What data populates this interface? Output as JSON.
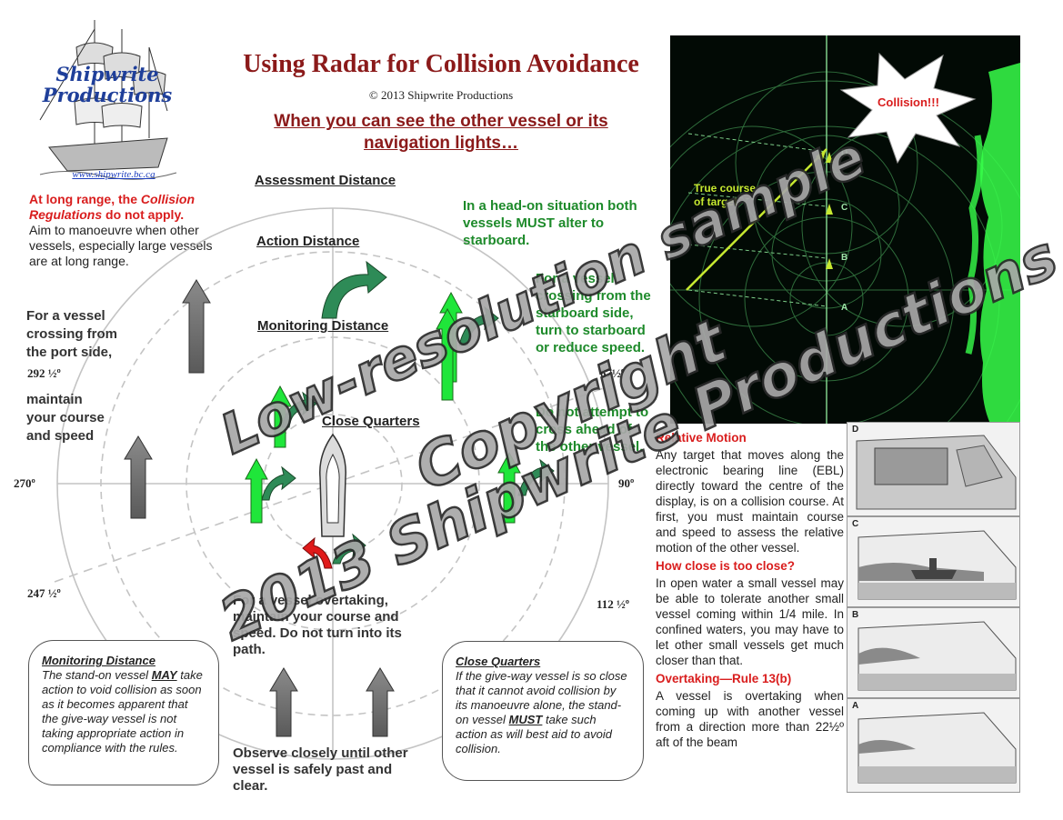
{
  "logo": {
    "name_line1": "Shipwrite",
    "name_line2": "Productions",
    "url": "www.shipwrite.bc.ca"
  },
  "header": {
    "title": "Using Radar for Collision Avoidance",
    "copyright": "© 2013 Shipwrite Productions",
    "subtitle_line1": "When you can see the other vessel or its",
    "subtitle_line2": "navigation lights…"
  },
  "long_range": {
    "lead": "At long range, the ",
    "lead_ital": "Collision Regulations",
    "lead_end": " do not apply.",
    "body": "Aim to manoeuvre when other vessels, especially large vessels are at long range."
  },
  "distances": {
    "assessment": "Assessment Distance",
    "action": "Action Distance",
    "monitoring": "Monitoring Distance",
    "close_quarters": "Close Quarters"
  },
  "bearings": {
    "b292": "292 ½º",
    "b270": "270º",
    "b247": "247 ½º",
    "b67": "67½º",
    "b90": "90º",
    "b112": "112 ½º"
  },
  "port_side": {
    "line1": "For a vessel",
    "line2": "crossing from",
    "line3": "the port side,",
    "line4": "maintain",
    "line5": "your course",
    "line6": "and speed"
  },
  "head_on": {
    "line1": "In a head-on situation both",
    "line2": "vessels MUST alter to",
    "line3": "starboard."
  },
  "starboard": {
    "line1": "For a vessel",
    "line2": "crossing from the",
    "line3": "starboard side,",
    "line4": "turn to starboard",
    "line5": "or reduce speed."
  },
  "ahead": {
    "line1": "Do not attempt to",
    "line2": "cross ahead of",
    "line3": "the other vessel."
  },
  "overtaking_center": {
    "line1": "For a vessel overtaking,",
    "line2": "maintain your course and",
    "line3": "speed.  Do not turn into its",
    "line4": "path."
  },
  "observe": {
    "line1": "Observe closely until other",
    "line2": "vessel  is safely past and",
    "line3": "clear."
  },
  "monitoring_box": {
    "heading": "Monitoring Distance",
    "pre": "The stand-on vessel ",
    "may": "MAY",
    "body": " take action to void collision as soon as it becomes apparent that the give-way vessel is not taking appropriate action in compliance with the rules."
  },
  "close_box": {
    "heading": "Close Quarters",
    "pre": "If the give-way vessel is so close that it cannot avoid collision by its manoeuvre alone, the stand-on vessel ",
    "must": "MUST",
    "body": " take such action as will best aid to avoid collision."
  },
  "radar": {
    "collision": "Collision!!!",
    "true_course": "True course of target",
    "marks": [
      "D",
      "C",
      "B",
      "A"
    ]
  },
  "relative_motion": {
    "heading": "Relative Motion",
    "body": "Any target that moves along the electronic bearing line (EBL) directly toward the centre of the display, is on a collision course. At first, you must maintain course and speed to assess the relative motion of the other vessel."
  },
  "too_close": {
    "heading": "How close is too close?",
    "body": "In open water a small vessel may be able to tolerate another small vessel coming within 1/4 mile. In confined waters, you may have to let other small vessels get much closer than that."
  },
  "overtaking_rule": {
    "heading": "Overtaking—Rule 13(b)",
    "body": "A vessel is overtaking when coming up with another vessel from a direction more than 22½º aft of the beam"
  },
  "panels": [
    "D",
    "C",
    "B",
    "A"
  ],
  "watermark": {
    "line1": "Low-resolution sample",
    "line2": "Copyright",
    "line3": "2013 Shipwrite Productions"
  },
  "colors": {
    "title": "#8b1a1a",
    "red": "#d91d1d",
    "green": "#1d8a2a",
    "radar_green": "#37ff4a"
  }
}
